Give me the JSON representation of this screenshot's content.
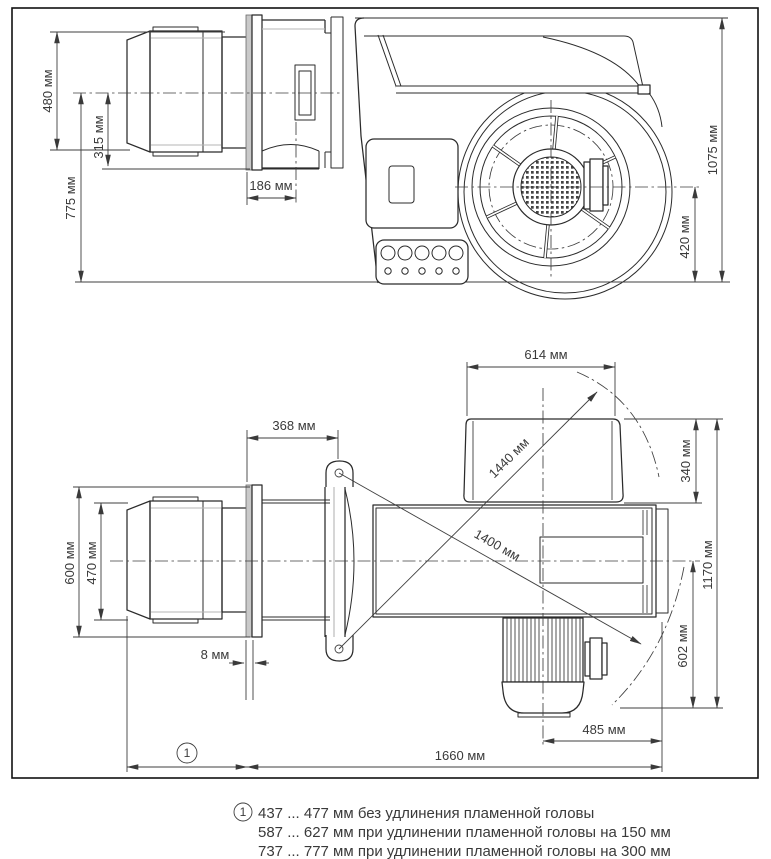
{
  "page": {
    "background": "#ffffff",
    "line_color": "#2b2b2b",
    "text_color": "#3a3a3a",
    "unit": "мм"
  },
  "side_view": {
    "dims": {
      "h480": "480 мм",
      "h315": "315 мм",
      "h775": "775 мм",
      "w186": "186 мм",
      "h1075": "1075 мм",
      "h420": "420 мм"
    }
  },
  "plan_view": {
    "dims": {
      "w614": "614 мм",
      "w368": "368 мм",
      "h340": "340 мм",
      "h1170": "1170 мм",
      "h600": "600 мм",
      "h470": "470 мм",
      "w8": "8 мм",
      "diag1440": "1440 мм",
      "diag1400": "1400 мм",
      "h602": "602 мм",
      "w485": "485 мм",
      "w1660": "1660 мм",
      "callout": "1"
    }
  },
  "footnote": {
    "marker": "1",
    "line1": "437 ... 477 мм без удлинения пламенной головы",
    "line2": "587 ... 627 мм при удлинении пламенной головы на 150 мм",
    "line3": "737 ... 777 мм при удлинении пламенной головы на 300 мм"
  }
}
